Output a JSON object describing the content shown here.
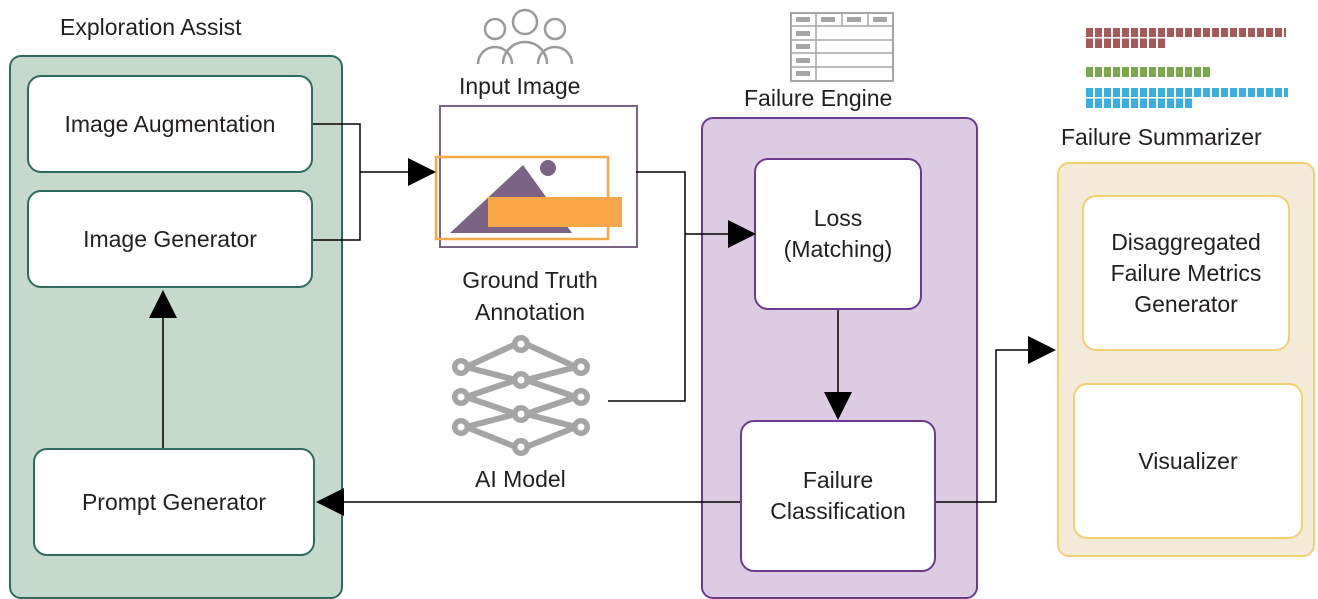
{
  "exploration_assist": {
    "title": "Exploration Assist",
    "image_augmentation": "Image Augmentation",
    "image_generator": "Image Generator",
    "prompt_generator": "Prompt Generator"
  },
  "input": {
    "input_image_label": "Input Image",
    "ground_truth_label": "Ground Truth Annotation",
    "ai_model_label": "AI Model"
  },
  "failure_engine": {
    "title": "Failure Engine",
    "loss_label": "Loss (Matching)",
    "classification_label": "Failure Classification"
  },
  "failure_summarizer": {
    "title": "Failure Summarizer",
    "metrics_label": "Disaggregated Failure Metrics Generator",
    "visualizer_label": "Visualizer"
  },
  "colors": {
    "exploration_fill": "#c5d9cc",
    "exploration_border": "#2e6b5e",
    "engine_fill": "#dccbe3",
    "engine_border": "#6b3b8e",
    "summarizer_fill": "#f3ead7",
    "summarizer_border": "#f2cf70",
    "annotation_orange": "#f8a848",
    "mountain": "#7a6385",
    "bar_red": "#a65a58",
    "bar_green": "#7aa84a",
    "bar_blue": "#3aaee0"
  },
  "icons": [
    "people-icon",
    "table-icon",
    "image-icon",
    "neural-network-icon",
    "bar-chart-icon"
  ]
}
